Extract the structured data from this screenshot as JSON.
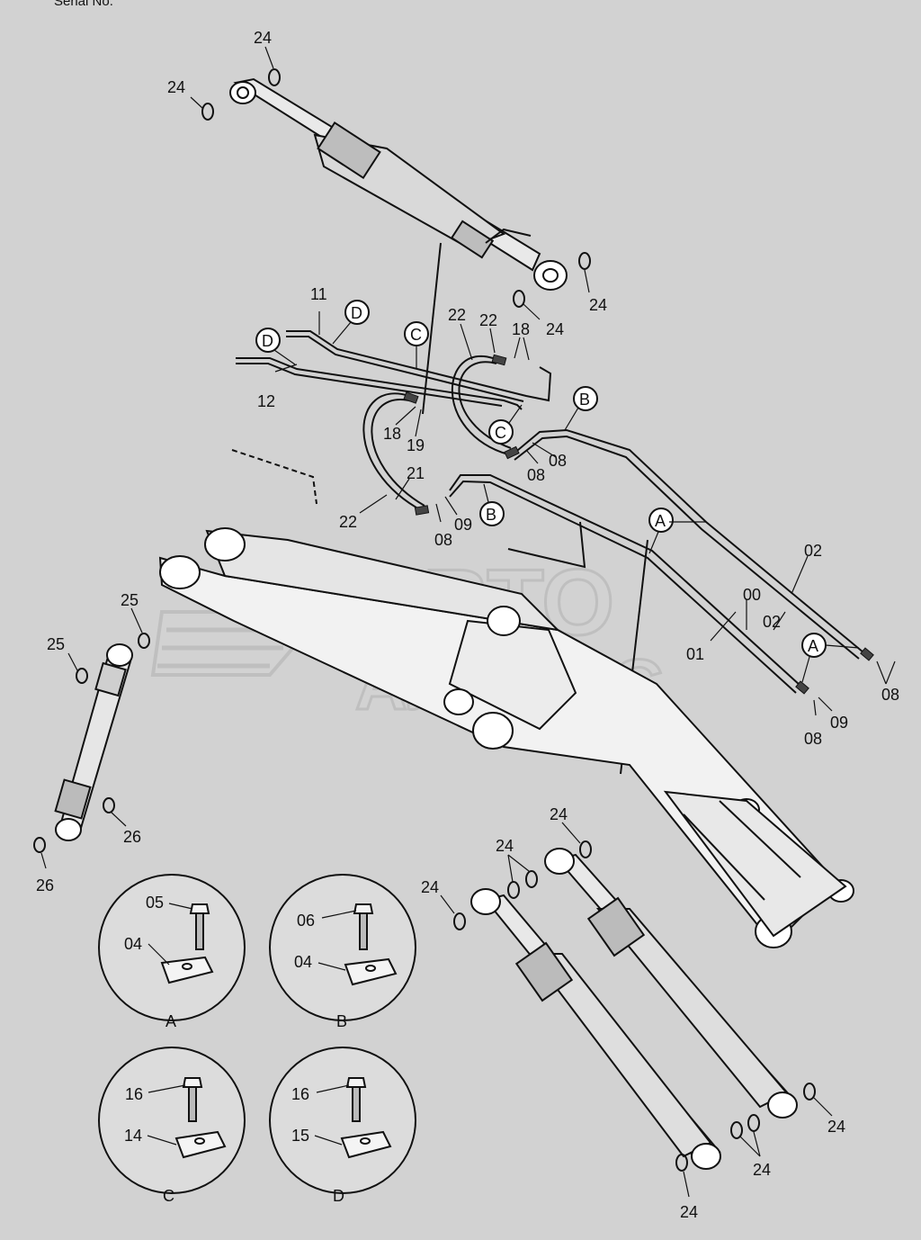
{
  "header": {
    "text": "Serial No."
  },
  "watermark": {
    "line1": "АВТО",
    "line2": "АЛЬЯНС"
  },
  "callouts": {
    "A": "A",
    "B": "B",
    "C": "C",
    "D": "D"
  },
  "detail_views": [
    {
      "id": "A",
      "bolt_part": "05",
      "bracket_part": "04"
    },
    {
      "id": "B",
      "bolt_part": "06",
      "bracket_part": "04"
    },
    {
      "id": "C",
      "bolt_part": "16",
      "bracket_part": "14"
    },
    {
      "id": "D",
      "bolt_part": "16",
      "bracket_part": "15"
    }
  ],
  "part_labels": {
    "top_cyl_24a": "24",
    "top_cyl_24b": "24",
    "top_cyl_24c": "24",
    "top_cyl_24d": "24",
    "p11": "11",
    "p12": "12",
    "p22a": "22",
    "p22b": "22",
    "p18a": "18",
    "p18b": "18",
    "p19": "19",
    "p21": "21",
    "p22c": "22",
    "p08a": "08",
    "p09a": "09",
    "p08b": "08",
    "p08c": "08",
    "p02a": "02",
    "p02b": "02",
    "p00": "00",
    "p01": "01",
    "p08d": "08",
    "p09b": "09",
    "p08e": "08",
    "p25a": "25",
    "p25b": "25",
    "p26a": "26",
    "p26b": "26",
    "bot_24a": "24",
    "bot_24b": "24",
    "bot_24c": "24",
    "bot_24d": "24",
    "bot_24e": "24",
    "bot_24f": "24"
  }
}
